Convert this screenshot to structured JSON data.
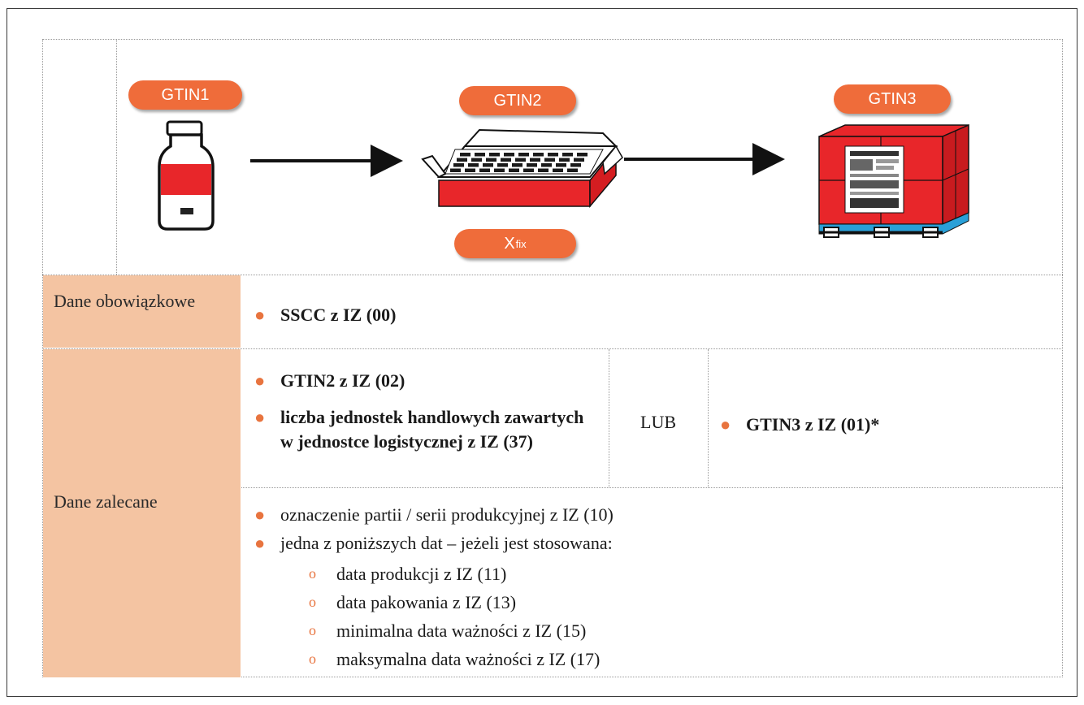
{
  "diagram": {
    "units": {
      "gtin1": "GTIN1",
      "gtin2": "GTIN2",
      "gtin3": "GTIN3",
      "xfix_main": "X",
      "xfix_sub": "fix"
    }
  },
  "table": {
    "mandatory_label": "Dane obowiązkowe",
    "recommended_label": "Dane zalecane",
    "mandatory_items": [
      "SSCC z IZ (00)"
    ],
    "option_a_items": [
      "GTIN2 z IZ (02)",
      "liczba jednostek handlowych zawartych w jednostce logistycznej z IZ (37)"
    ],
    "or_label": "LUB",
    "option_b_items": [
      "GTIN3 z IZ (01)*"
    ],
    "extra_items": [
      "oznaczenie partii / serii produkcyjnej z IZ (10)",
      "jedna z poniższych dat – jeżeli jest stosowana:"
    ],
    "date_items": [
      "data produkcji z IZ (11)",
      "data pakowania z IZ (13)",
      "minimalna data ważności z IZ (15)",
      "maksymalna data ważności z IZ (17)"
    ]
  },
  "colors": {
    "accent": "#ef6c3a",
    "label_bg": "#f4c4a2",
    "product_red": "#e8262a",
    "pallet_blue": "#2aa0d8"
  }
}
